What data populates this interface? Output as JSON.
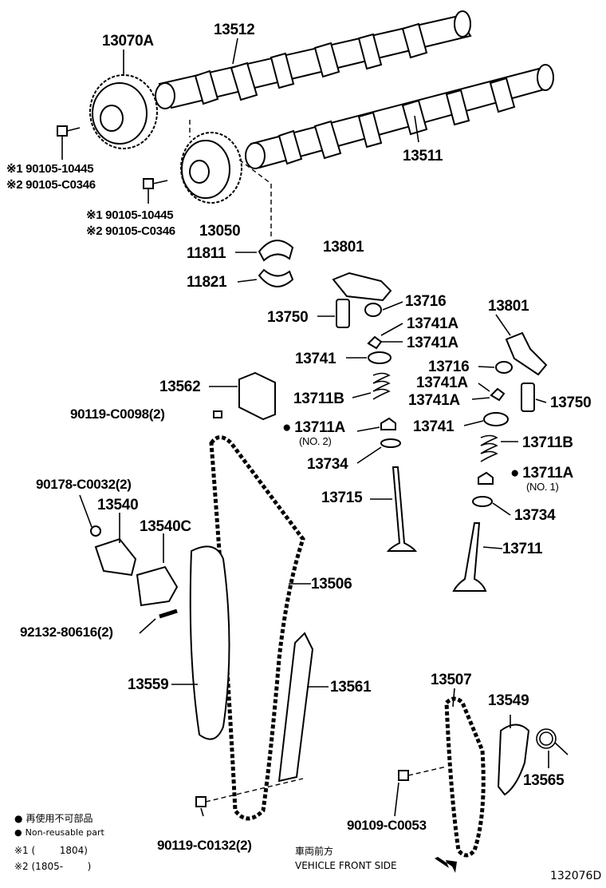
{
  "labels": {
    "p13070A": "13070A",
    "p13512": "13512",
    "p13511": "13511",
    "p13050": "13050",
    "bolt1a": "※1 90105-10445",
    "bolt1b": "※2 90105-C0346",
    "bolt2a": "※1 90105-10445",
    "bolt2b": "※2 90105-C0346",
    "p11811": "11811",
    "p11821": "11821",
    "p13801a": "13801",
    "p13801b": "13801",
    "p13716a": "13716",
    "p13716b": "13716",
    "p13750a": "13750",
    "p13750b": "13750",
    "p13741Aa": "13741A",
    "p13741Ab": "13741A",
    "p13741Ac": "13741A",
    "p13741Ad": "13741A",
    "p13741a": "13741",
    "p13741b": "13741",
    "p13711Ba": "13711B",
    "p13711Bb": "13711B",
    "p13562": "13562",
    "p90119a": "90119-C0098(2)",
    "p13711Aa": "13711A",
    "p13711Aa_sub": "(NO. 2)",
    "p13711Ab": "13711A",
    "p13711Ab_sub": "(NO. 1)",
    "p13734a": "13734",
    "p13734b": "13734",
    "p13715": "13715",
    "p13711": "13711",
    "p90178": "90178-C0032(2)",
    "p13540": "13540",
    "p13540C": "13540C",
    "p13506": "13506",
    "p92132": "92132-80616(2)",
    "p13559": "13559",
    "p13561": "13561",
    "p13507": "13507",
    "p13549": "13549",
    "p13565": "13565",
    "p90109": "90109-C0053",
    "p90119b": "90119-C0132(2)"
  },
  "legend": {
    "reuse_jp": "再使用不可部品",
    "reuse_en": "Non-reusable part",
    "note1": "※1 (        1804)",
    "note2": "※2 (1805-        )"
  },
  "direction": {
    "jp": "車両前方",
    "en": "VEHICLE FRONT SIDE"
  },
  "diagram_id": "132076D"
}
